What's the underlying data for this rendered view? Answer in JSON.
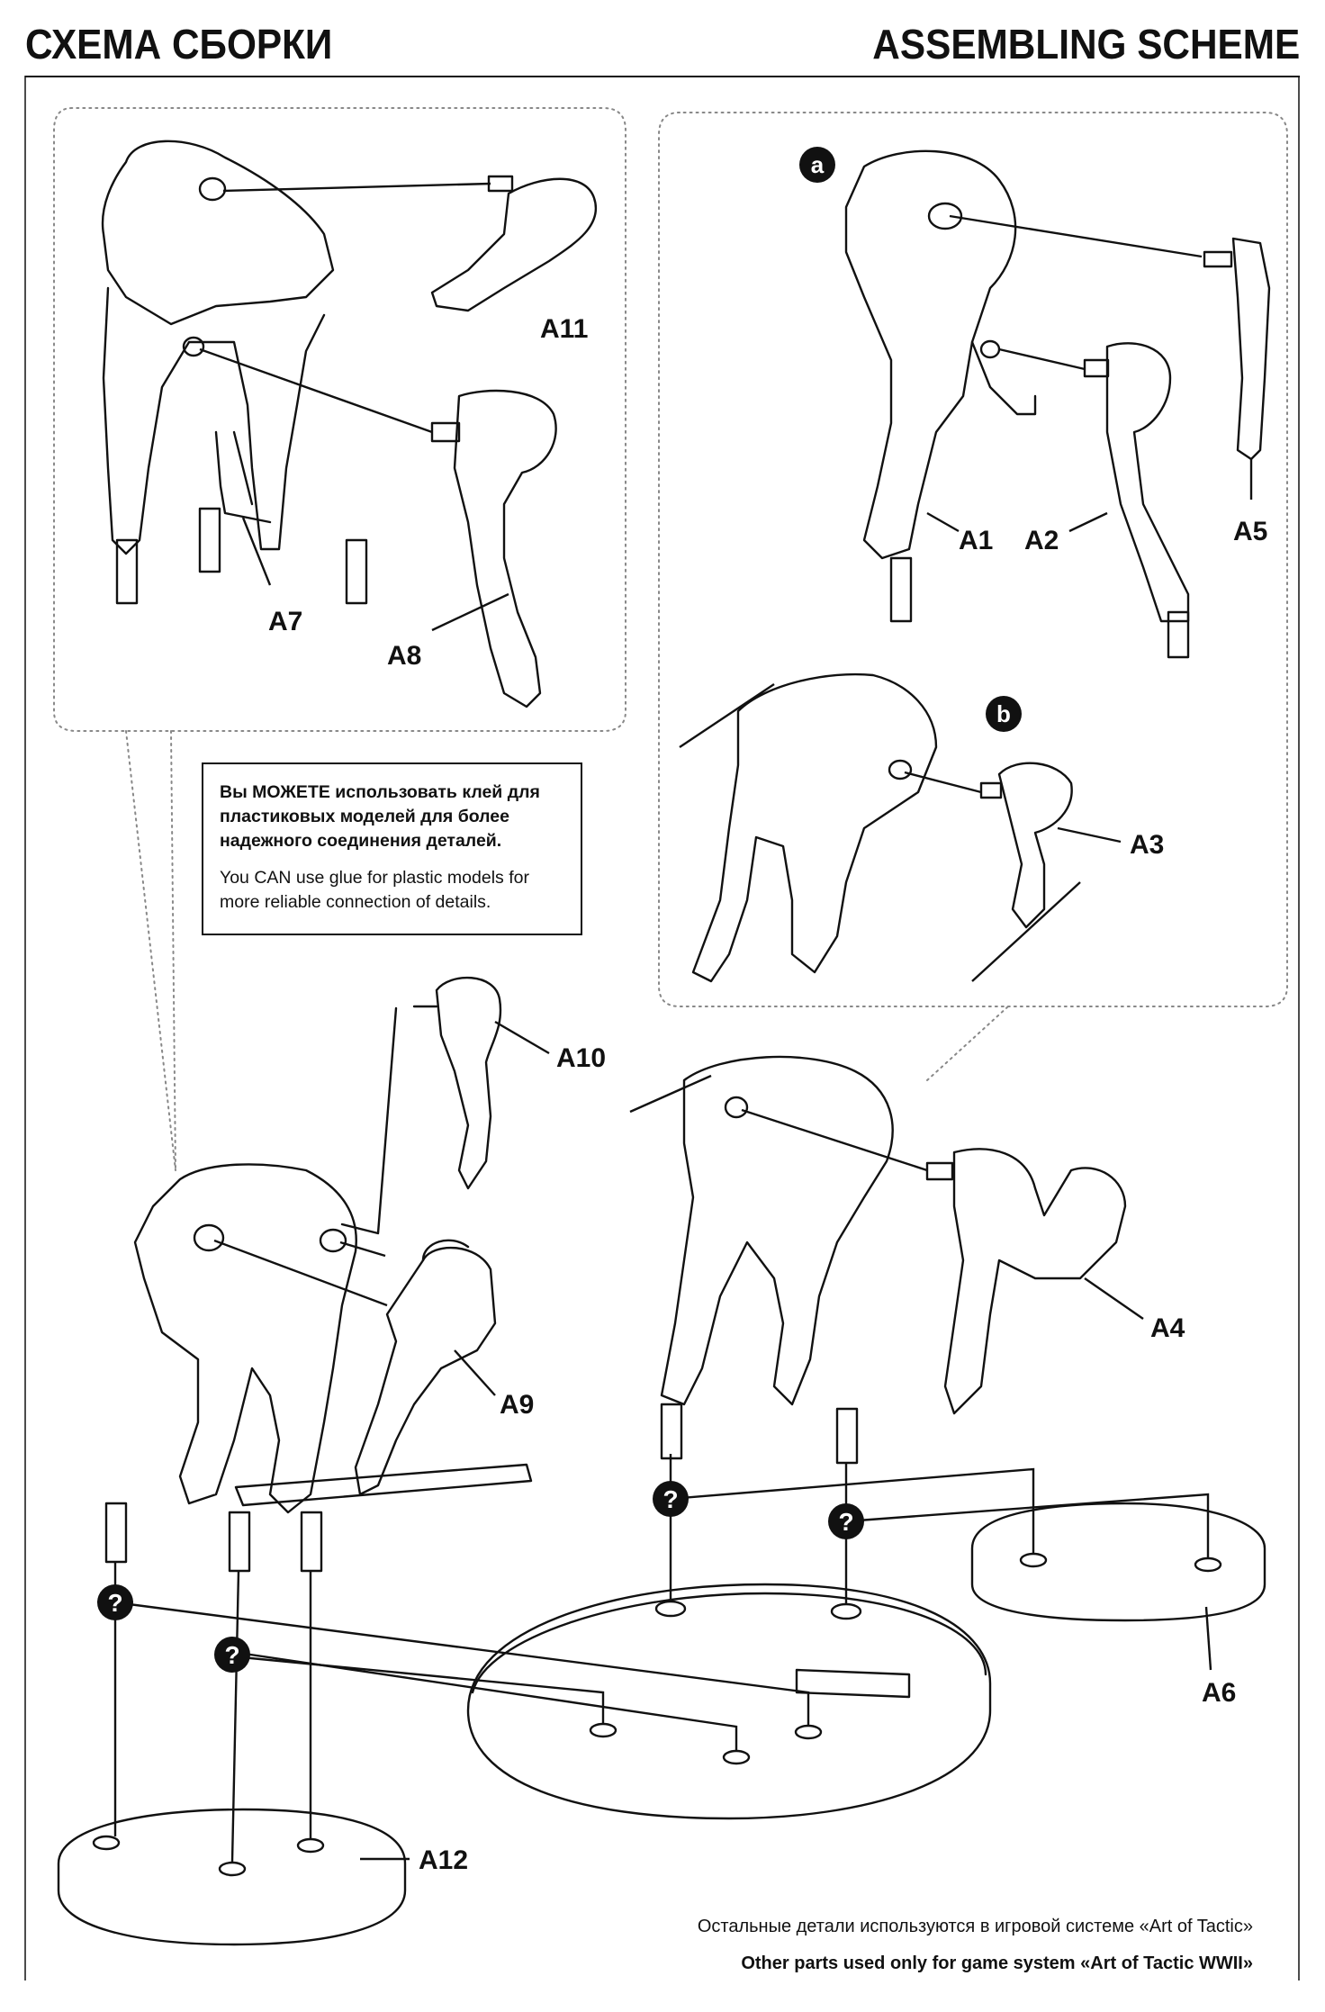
{
  "header": {
    "title_ru": "СХЕМА СБОРКИ",
    "title_en": "ASSEMBLING SCHEME"
  },
  "note": {
    "ru_bold_word": "МОЖЕТЕ",
    "ru_prefix": "Вы ",
    "ru_suffix": " использовать клей для пластиковых моделей для более надежного соединения деталей.",
    "en": "You CAN use glue for plastic models for more reliable connection of details."
  },
  "steps": [
    "a",
    "b"
  ],
  "parts": {
    "A1": "A1",
    "A2": "A2",
    "A3": "A3",
    "A4": "A4",
    "A5": "A5",
    "A6": "A6",
    "A7": "A7",
    "A8": "A8",
    "A9": "A9",
    "A10": "A10",
    "A11": "A11",
    "A12": "A12"
  },
  "unknown_marker": "?",
  "footer": {
    "ru": "Остальные детали используются в игровой системе «Art of Tactic»",
    "en": "Other parts used only for game system «Art of Tactic WWII»"
  }
}
